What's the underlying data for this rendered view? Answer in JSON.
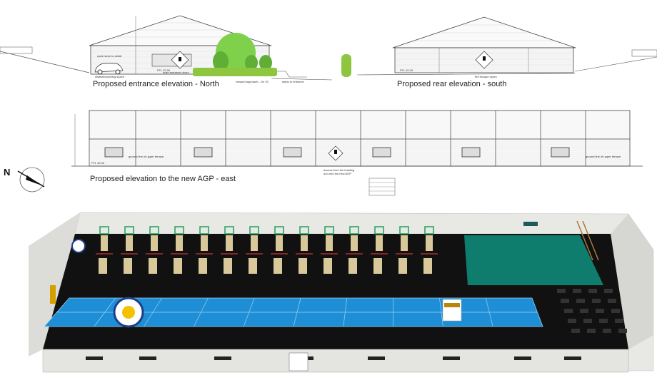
{
  "north_elevation": {
    "title": "Proposed entrance elevation - North",
    "notes": {
      "cycle_store": "cycle store to detail",
      "parking": "disabled parking space",
      "entrance": "main entrance doors",
      "ramp": "ramped approach - 1in 20",
      "steps": "steps to entrance",
      "ffl": "FFL 42.00"
    }
  },
  "south_elevation": {
    "title": "Proposed rear elevation - south",
    "notes": {
      "fire_escape": "fire escape doors",
      "ffl": "FFL 42.00"
    }
  },
  "east_elevation": {
    "title": "Proposed elevation to the new AGP - east",
    "notes": {
      "terrace_left": "ground line of upper terrace",
      "terrace_right": "ground line of upper terrace",
      "access_1": "access from the building",
      "access_2": "out onto the new AGP",
      "ffl": "FFL 42.00"
    }
  },
  "compass": {
    "label": "N"
  },
  "colors": {
    "floor": "#111111",
    "track": "#1e8fd6",
    "mat": "#0f7d6e",
    "wall": "#e4e4e0",
    "tree": "#7fd04a",
    "hedge": "#8ec63f"
  }
}
